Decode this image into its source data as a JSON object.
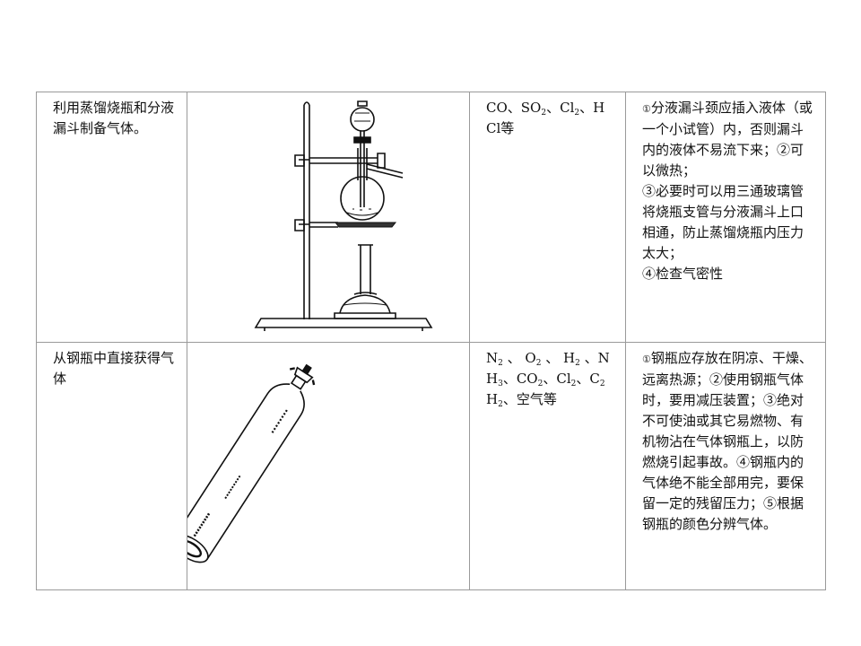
{
  "rows": [
    {
      "method": "利用蒸馏烧瓶和分液漏斗制备气体。",
      "gases": [
        {
          "t": "CO、"
        },
        {
          "t": "SO",
          "sub": "2"
        },
        {
          "t": "、Cl",
          "sub": "2"
        },
        {
          "t": "、HCl等"
        }
      ],
      "notes": [
        {
          "mark": "①",
          "text": "分液漏斗颈应插入液体（或一个小试管）内，否则漏斗内的液体不易流下来；"
        },
        {
          "mark": "②",
          "text": "可以微热；"
        },
        {
          "mark": "③",
          "text": "必要时可以用三通玻璃管将烧瓶支管与分液漏斗上口相通，防止蒸馏烧瓶内压力太大；"
        },
        {
          "mark": "④",
          "text": "检查气密性"
        }
      ]
    },
    {
      "method": "从钢瓶中直接获得气体",
      "gases": [
        {
          "t": "N",
          "sub": "2"
        },
        {
          "t": " 、 O",
          "sub": "2"
        },
        {
          "t": " 、 H",
          "sub": "2"
        },
        {
          "t": " 、NH",
          "sub": "3"
        },
        {
          "t": "、CO",
          "sub": "2"
        },
        {
          "t": "、Cl",
          "sub": "2"
        },
        {
          "t": "、C",
          "sub": "2"
        },
        {
          "t": "H",
          "sub": "2"
        },
        {
          "t": "、空气等"
        }
      ],
      "notes": [
        {
          "mark": "①",
          "text": "钢瓶应存放在阴凉、干燥、远离热源；"
        },
        {
          "mark": "②",
          "text": "使用钢瓶气体时，要用减压装置；"
        },
        {
          "mark": "③",
          "text": "绝对不可使油或其它易燃物、有机物沾在气体钢瓶上，以防燃烧引起事故。"
        },
        {
          "mark": "④",
          "text": "钢瓶内的气体绝不能全部用完，要保留一定的残留压力；"
        },
        {
          "mark": "⑤",
          "text": "根据钢瓶的颜色分辨气体。"
        }
      ]
    }
  ],
  "icons": {
    "row1": "distillation-apparatus-illustration",
    "row2": "gas-cylinder-illustration"
  }
}
